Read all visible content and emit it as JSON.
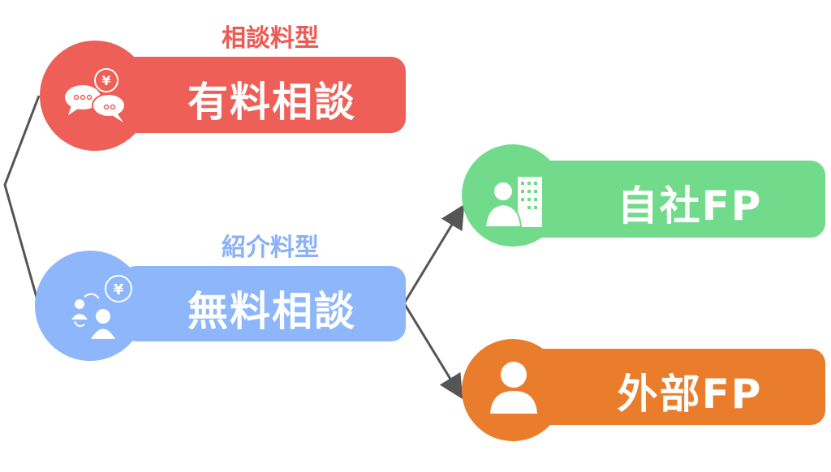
{
  "paid": {
    "category": "相談料型",
    "label": "有料相談",
    "color": "#ED5F57",
    "caption_color": "#EC5A54"
  },
  "free": {
    "category": "紹介料型",
    "label": "無料相談",
    "color": "#8DB6FB",
    "caption_color": "#8AB0F6"
  },
  "in_house": {
    "label": "自社FP",
    "color": "#72DB8B"
  },
  "external": {
    "label": "外部FP",
    "color": "#E97D2C"
  }
}
